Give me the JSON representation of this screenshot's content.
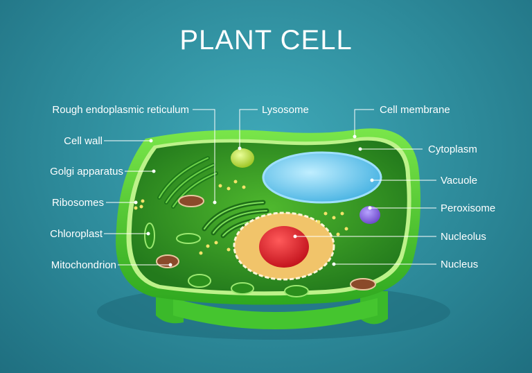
{
  "title": "PLANT CELL",
  "labels": {
    "rough_er": "Rough endoplasmic reticulum",
    "cell_wall": "Cell wall",
    "golgi": "Golgi apparatus",
    "ribosomes": "Ribosomes",
    "chloroplast": "Chloroplast",
    "mitochondrion": "Mitochondrion",
    "lysosome": "Lysosome",
    "cell_membrane": "Cell membrane",
    "cytoplasm": "Cytoplasm",
    "vacuole": "Vacuole",
    "peroxisome": "Peroxisome",
    "nucleolus": "Nucleolus",
    "nucleus": "Nucleus"
  },
  "colors": {
    "background": "#2d8a9a",
    "cell_wall": "#3fcf2a",
    "cytoplasm": "#2f9a24",
    "vacuole": "#7fd2f2",
    "nucleus": "#f1c46a",
    "nucleolus": "#e21f2a",
    "peroxisome": "#8a6ad8",
    "lysosome": "#c8e646",
    "mitochondrion": "#8a4a2a"
  }
}
